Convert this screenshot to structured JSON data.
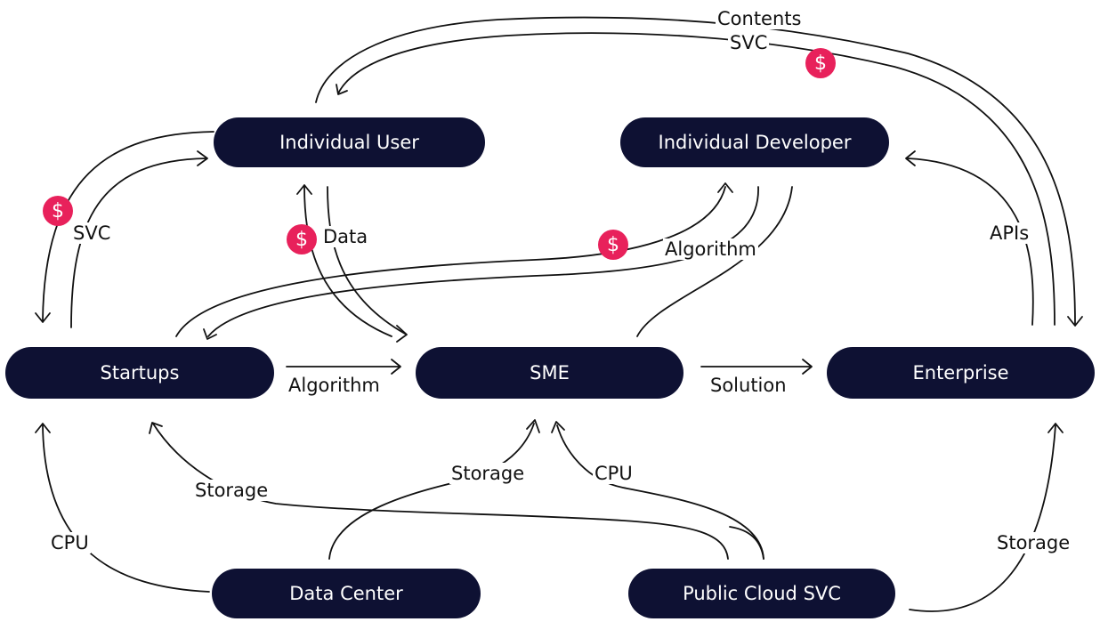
{
  "nodes": {
    "individual_user": "Individual User",
    "individual_developer": "Individual Developer",
    "startups": "Startups",
    "sme": "SME",
    "enterprise": "Enterprise",
    "data_center": "Data Center",
    "public_cloud": "Public Cloud SVC"
  },
  "edge_labels": {
    "contents": "Contents",
    "svc_top": "SVC",
    "svc_left": "SVC",
    "data": "Data",
    "algorithm_dev": "Algorithm",
    "apis": "APIs",
    "algorithm_mid": "Algorithm",
    "solution": "Solution",
    "storage_left": "Storage",
    "storage_mid": "Storage",
    "cpu_mid": "CPU",
    "cpu_left": "CPU",
    "storage_right": "Storage"
  },
  "coin_symbol": "$",
  "colors": {
    "node_fill": "#0e1133",
    "coin": "#e8215b",
    "line": "#111111"
  }
}
